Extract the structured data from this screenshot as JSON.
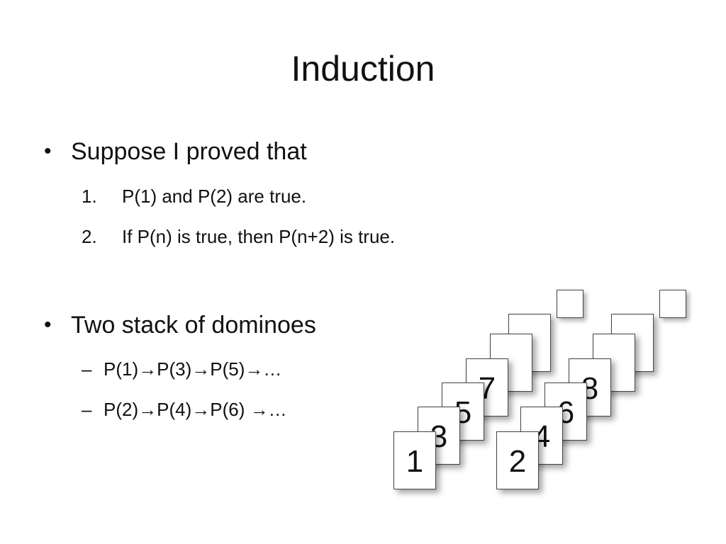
{
  "slide": {
    "title": "Induction",
    "bullets": [
      {
        "text": "Suppose I proved that",
        "marker": "•",
        "subitems": [
          {
            "marker": "1.",
            "text": "P(1) and P(2) are true."
          },
          {
            "marker": "2.",
            "text": "If P(n) is true, then P(n+2) is true."
          }
        ]
      },
      {
        "text": "Two stack of dominoes",
        "marker": "•",
        "subitems": [
          {
            "marker": "–",
            "text": "P(1)→P(3)→P(5)→…"
          },
          {
            "marker": "–",
            "text": "P(2)→P(4)→P(6) →…"
          }
        ]
      }
    ]
  },
  "dominoes": {
    "odd": [
      "1",
      "3",
      "5",
      "7",
      ".",
      "."
    ],
    "even": [
      "2",
      "4",
      "6",
      "8",
      ".",
      "."
    ]
  }
}
